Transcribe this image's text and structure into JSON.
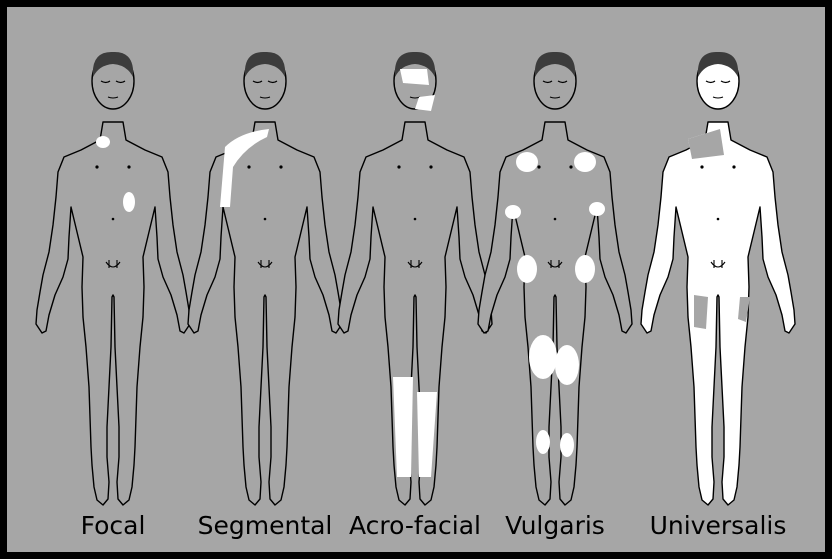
{
  "title": "",
  "colors": {
    "background": "#a6a6a6",
    "frame": "#000000",
    "skin": "#a6a6a6",
    "hair": "#3c3c3c",
    "depigmented_patch": "#ffffff",
    "outline": "#000000"
  },
  "panels": [
    {
      "id": "focal",
      "label": "Focal"
    },
    {
      "id": "segmental",
      "label": "Segmental"
    },
    {
      "id": "acrofacial",
      "label": "Acro-facial"
    },
    {
      "id": "vulgaris",
      "label": "Vulgaris"
    },
    {
      "id": "universalis",
      "label": "Universalis"
    }
  ]
}
